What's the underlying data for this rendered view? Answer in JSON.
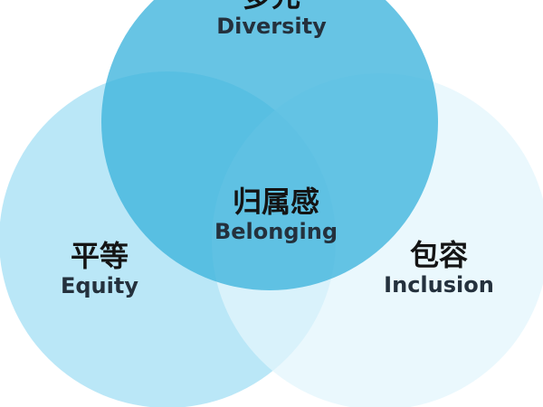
{
  "colors": {
    "diversity": "#53bfe2",
    "equity": "#b4e6f7",
    "inclusion": "#e6f6fc",
    "text": "#1f2d3a"
  },
  "circles": {
    "diversity": {
      "zh": "多元",
      "en": "Diversity"
    },
    "equity": {
      "zh": "平等",
      "en": "Equity"
    },
    "inclusion": {
      "zh": "包容",
      "en": "Inclusion"
    }
  },
  "center": {
    "zh": "归属感",
    "en": "Belonging"
  }
}
